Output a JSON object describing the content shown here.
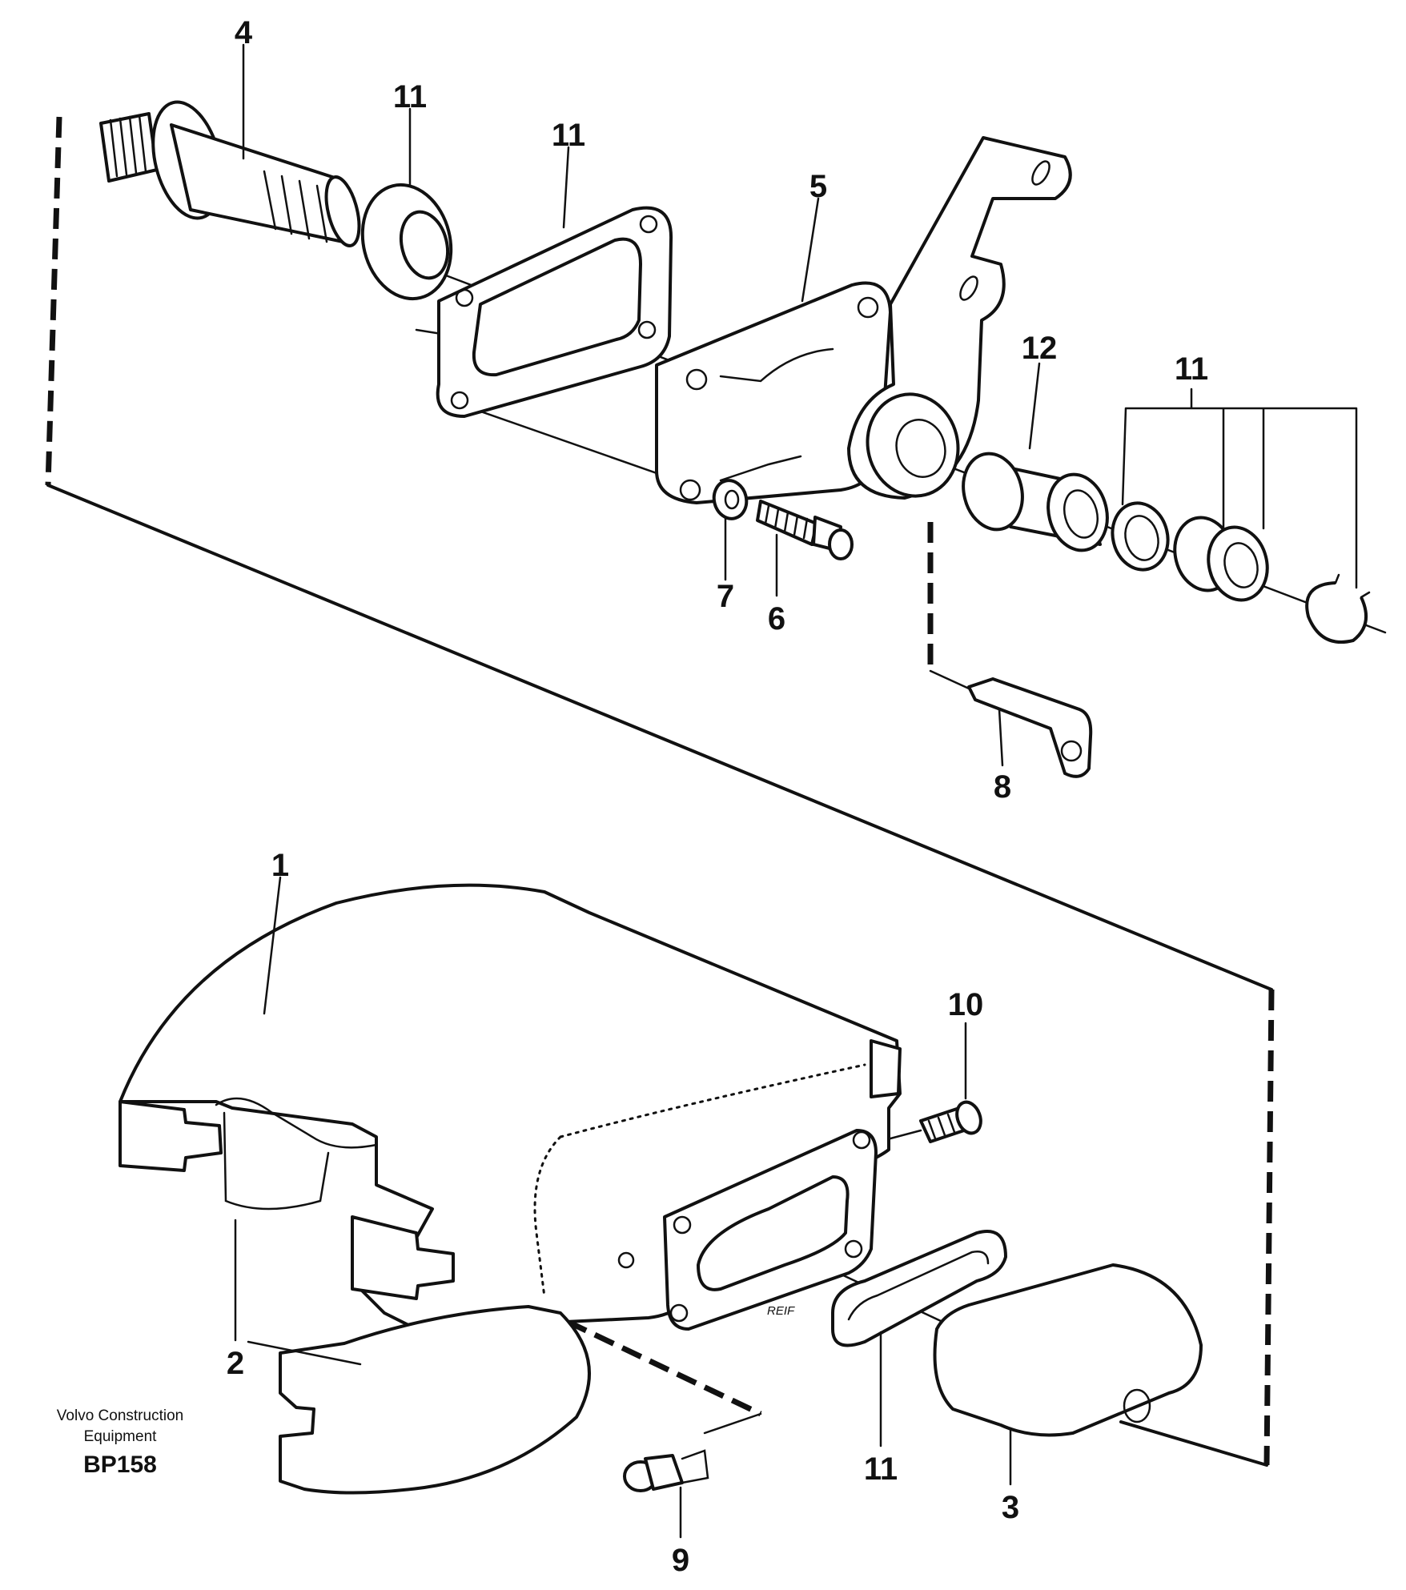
{
  "callouts": [
    {
      "id": "4",
      "label": "4"
    },
    {
      "id": "11a",
      "label": "11"
    },
    {
      "id": "11b",
      "label": "11"
    },
    {
      "id": "5",
      "label": "5"
    },
    {
      "id": "12",
      "label": "12"
    },
    {
      "id": "11c",
      "label": "11"
    },
    {
      "id": "7",
      "label": "7"
    },
    {
      "id": "6",
      "label": "6"
    },
    {
      "id": "8",
      "label": "8"
    },
    {
      "id": "1",
      "label": "1"
    },
    {
      "id": "10",
      "label": "10"
    },
    {
      "id": "2",
      "label": "2"
    },
    {
      "id": "11d",
      "label": "11"
    },
    {
      "id": "3",
      "label": "3"
    },
    {
      "id": "9",
      "label": "9"
    }
  ],
  "caption": {
    "line1": "Volvo Construction",
    "line2": "Equipment",
    "code": "BP158"
  },
  "part_stamp": "REIF"
}
